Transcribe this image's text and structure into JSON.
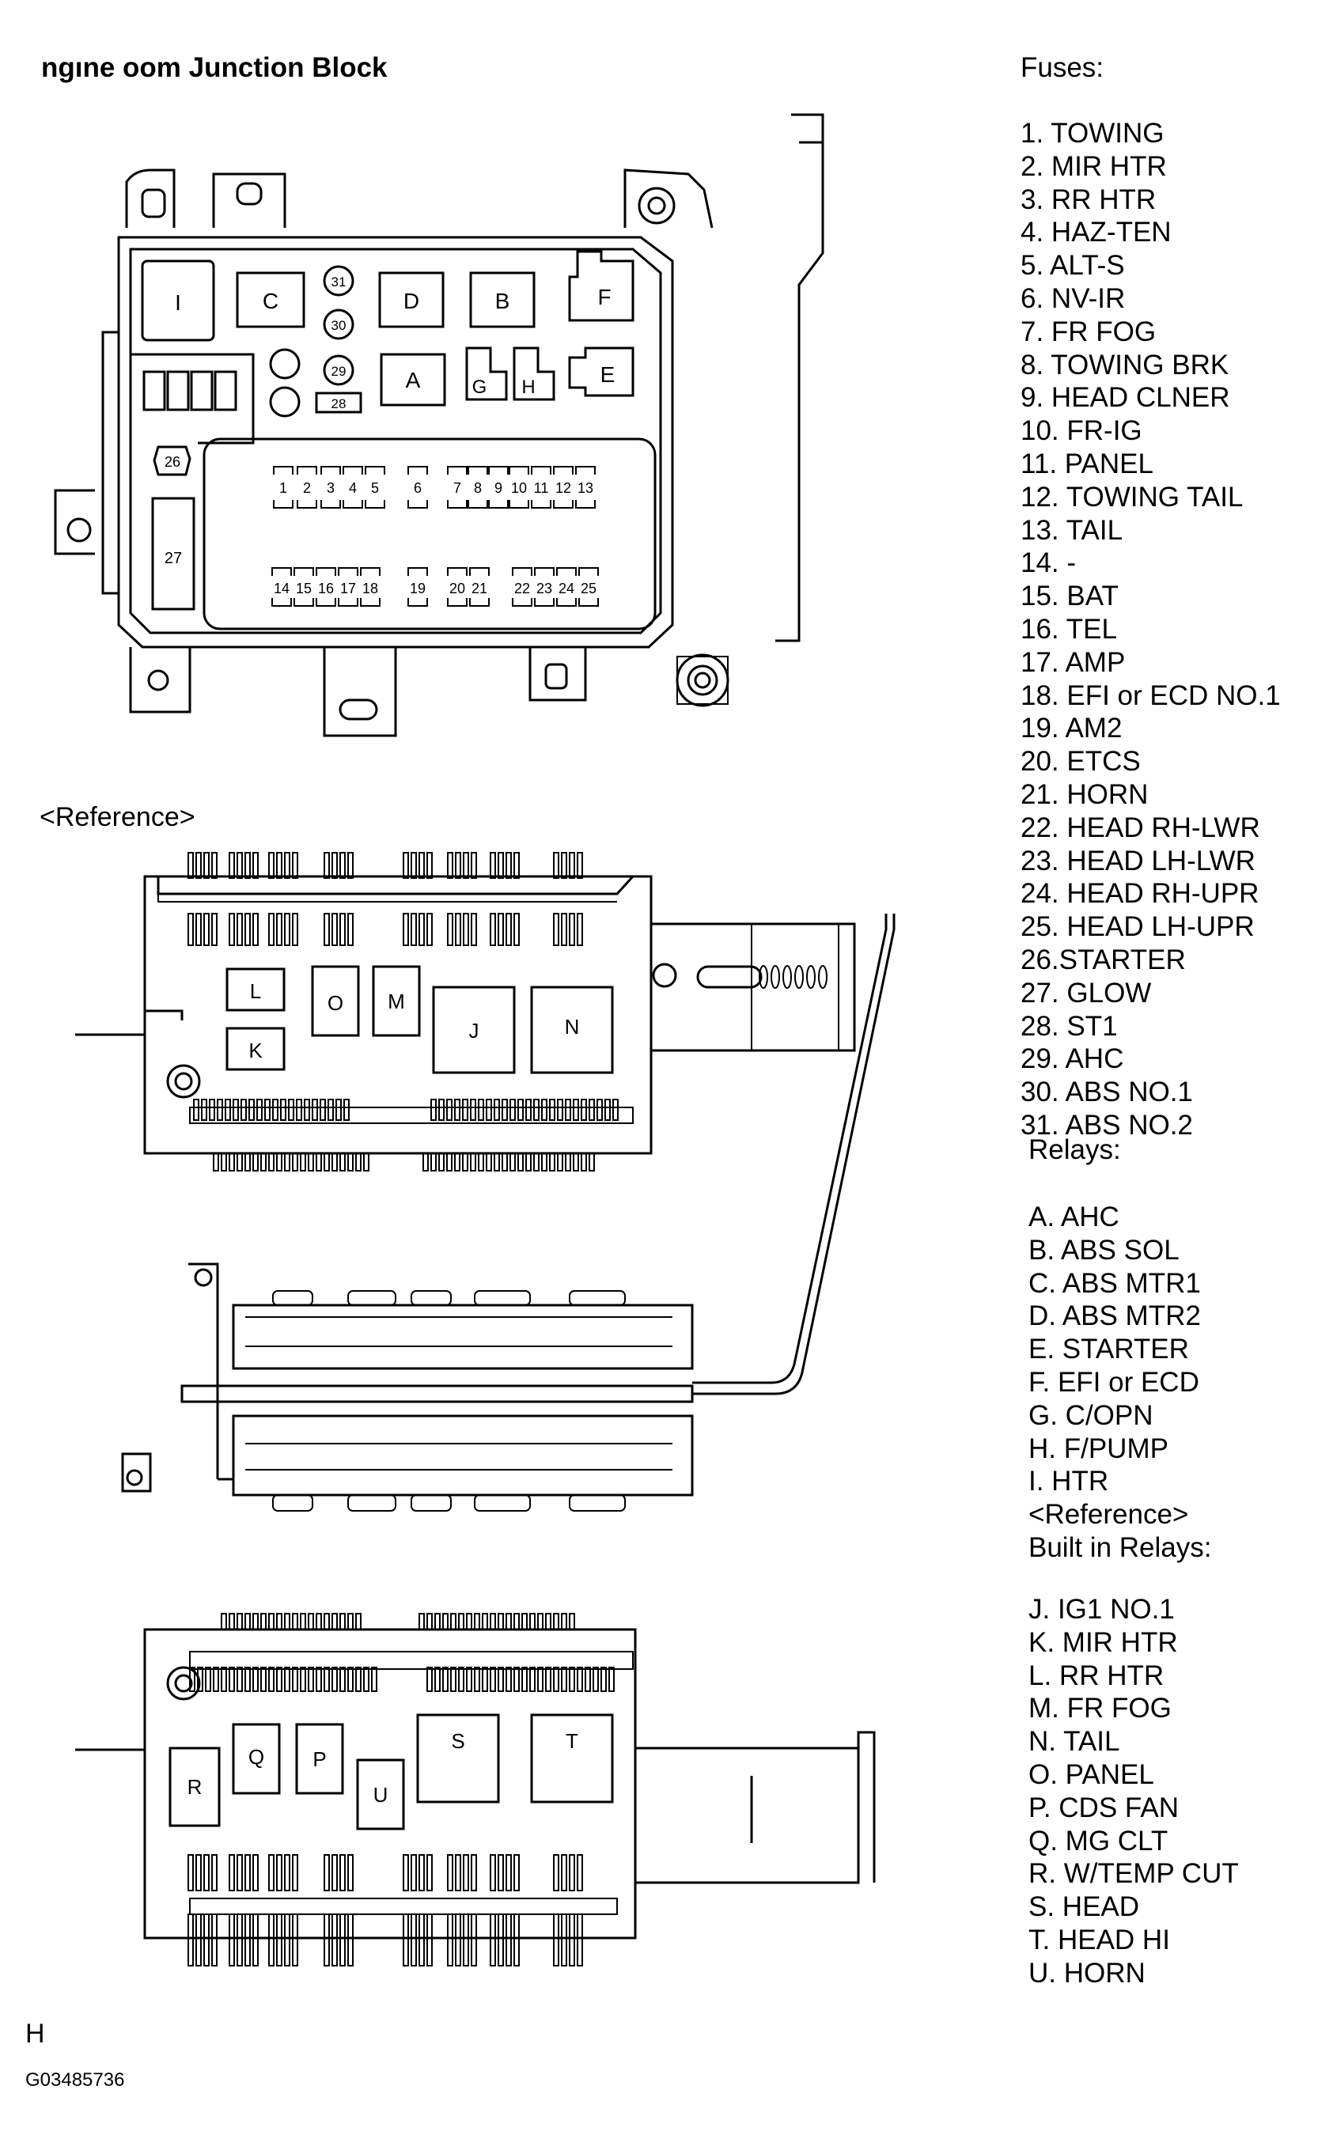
{
  "title": "ngıne    oom Junction Block",
  "reference_label": "<Reference>",
  "footer": {
    "h_mark": "H",
    "code": "G03485736"
  },
  "legend": {
    "fuses_heading": "Fuses:",
    "fuses": [
      "1. TOWING",
      "2. MIR HTR",
      "3. RR HTR",
      "4. HAZ-TEN",
      "5. ALT-S",
      "6. NV-IR",
      "7. FR FOG",
      "8. TOWING BRK",
      "9. HEAD CLNER",
      "10. FR-IG",
      "11. PANEL",
      "12. TOWING TAIL",
      "13. TAIL",
      "14. -",
      "15. BAT",
      "16. TEL",
      "17. AMP",
      "18. EFI or ECD NO.1",
      "19. AM2",
      "20. ETCS",
      "21. HORN",
      "22. HEAD RH-LWR",
      "23. HEAD LH-LWR",
      "24. HEAD RH-UPR",
      "25. HEAD LH-UPR",
      "26.STARTER",
      "27. GLOW",
      "28. ST1",
      "29. AHC",
      "30. ABS NO.1",
      "31. ABS NO.2"
    ],
    "relays_heading": "Relays:",
    "relays": [
      "A. AHC",
      "B. ABS SOL",
      "C. ABS MTR1",
      "D. ABS MTR2",
      "E. STARTER",
      "F. EFI or ECD",
      "G. C/OPN",
      "H. F/PUMP",
      "I. HTR",
      "<Reference>",
      "Built in Relays:"
    ],
    "built_in_relays": [
      "J. IG1 NO.1",
      "K. MIR HTR",
      "L. RR HTR",
      "M. FR FOG",
      "N. TAIL",
      "O. PANEL",
      "P. CDS FAN",
      "Q. MG CLT",
      "R. W/TEMP CUT",
      "S. HEAD",
      "T. HEAD HI",
      "U. HORN"
    ]
  },
  "block_labels": {
    "relay_I": "I",
    "relay_C": "C",
    "relay_D": "D",
    "relay_B": "B",
    "relay_F": "F",
    "relay_A": "A",
    "relay_G": "G",
    "relay_H": "H",
    "relay_E": "E",
    "fuse_31": "31",
    "fuse_30": "30",
    "fuse_29": "29",
    "fuse_28": "28",
    "fuse_26": "26",
    "fuse_27": "27",
    "fuses_top": [
      "1",
      "2",
      "3",
      "4",
      "5",
      "6",
      "7",
      "8",
      "9",
      "10",
      "11",
      "12",
      "13"
    ],
    "fuses_bottom": [
      "14",
      "15",
      "16",
      "17",
      "18",
      "19",
      "20",
      "21",
      "22",
      "23",
      "24",
      "25"
    ]
  },
  "ref_top_labels": {
    "L": "L",
    "K": "K",
    "O": "O",
    "M": "M",
    "J": "J",
    "N": "N"
  },
  "ref_bottom_labels": {
    "R": "R",
    "Q": "Q",
    "P": "P",
    "U": "U",
    "S": "S",
    "T": "T"
  }
}
